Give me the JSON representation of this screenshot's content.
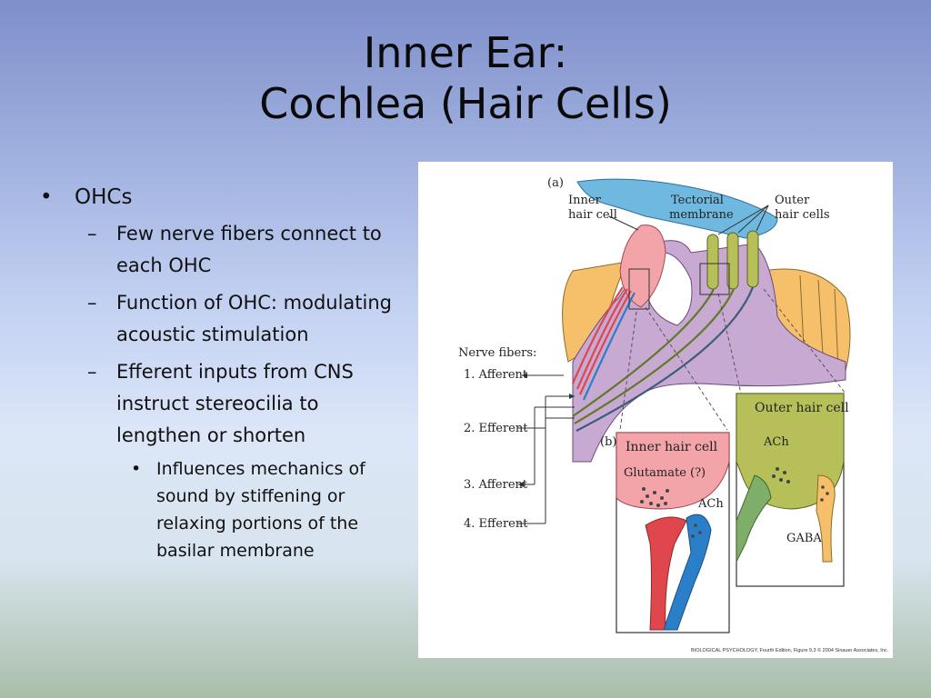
{
  "title": {
    "line1": "Inner Ear:",
    "line2": "Cochlea (Hair Cells)"
  },
  "bullets": {
    "main": "OHCs",
    "sub": [
      "Few nerve fibers connect to each OHC",
      "Function of OHC: modulating acoustic stimulation",
      "Efferent inputs from CNS instruct stereocilia to lengthen or shorten"
    ],
    "subsub": "Influences mechanics of sound by stiffening or relaxing portions of the basilar membrane"
  },
  "figure": {
    "panel_a": "(a)",
    "panel_b": "(b)",
    "inner_hair_cell_l1": "Inner",
    "inner_hair_cell_l2": "hair cell",
    "tectorial_l1": "Tectorial",
    "tectorial_l2": "membrane",
    "outer_l1": "Outer",
    "outer_l2": "hair cells",
    "nerve_fibers": "Nerve fibers:",
    "afferent1": "1. Afferent",
    "efferent2": "2. Efferent",
    "afferent3": "3. Afferent",
    "efferent4": "4. Efferent",
    "inset_ihc_title": "Inner hair cell",
    "glutamate": "Glutamate (?)",
    "ach_left": "ACh",
    "inset_ohc_title": "Outer hair cell",
    "ach_right": "ACh",
    "gaba": "GABA",
    "credit": "BIOLOGICAL PSYCHOLOGY, Fourth Edition, Figure 9.3 © 2004 Sinauer Associates, Inc."
  },
  "colors": {
    "tectorial": "#6fb8df",
    "support": "#f6c06a",
    "purple": "#c7a9d2",
    "olive": "#b6bf58",
    "pink": "#f3a4a8",
    "red_fiber": "#e0474d",
    "blue_fiber": "#2a7fc8"
  }
}
